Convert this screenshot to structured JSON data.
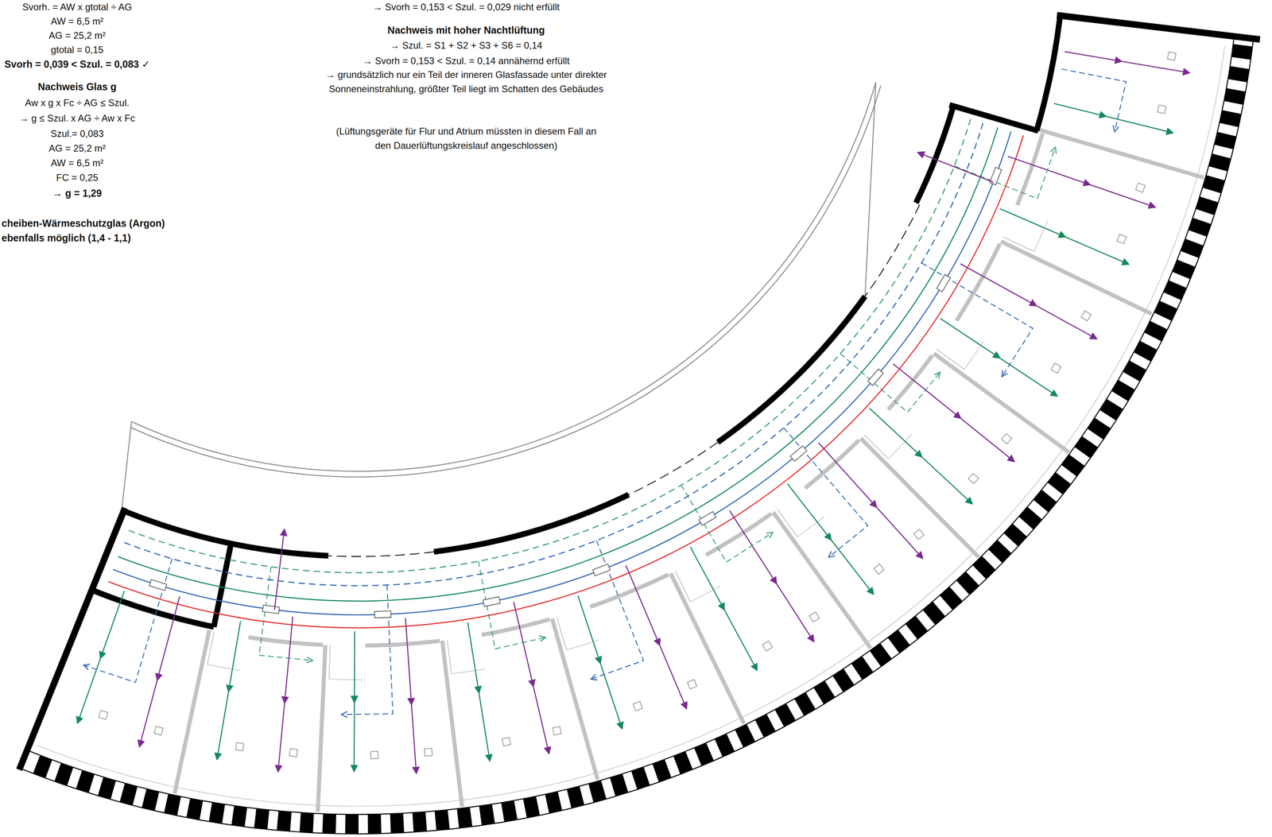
{
  "diagram": {
    "labels": [
      "Svorh. = AW x gtotal ÷ AG",
      "AW = 6,5 m²",
      "AG = 25,2 m²",
      "gtotal = 0,15",
      "Svorh = 0,039 < Szul. = 0,083 ✓",
      "Nachweis Glas g",
      "Aw x g x Fc ÷ AG ≤ Szul.",
      "→ g ≤ Szul. x AG ÷ Aw x Fc",
      "Szul.= 0,083",
      "AG = 25,2 m²",
      "AW = 6,5 m²",
      "FC = 0,25",
      "→ g = 1,29",
      "cheiben-Wärmeschutzglas (Argon)",
      "ebenfalls möglich (1,4 - 1,1)",
      "→ Svorh = 0,153 < Szul. = 0,029 nicht erfüllt",
      "Nachweis mit hoher Nachtlüftung",
      "→ Szul. = S1 + S2 + S3 + S6 = 0,14",
      "→ Svorh = 0,153 < Szul. = 0,14 annähernd erfüllt",
      "→ grundsätzlich nur ein Teil der inneren Glasfassade unter direkter Sonneneinstrahlung, größter Teil liegt im Schatten des Gebäudes",
      "(Lüftungsgeräte für Flur und Atrium müssten in diesem Fall an den Dauerlüftungskreislauf angeschlossen)"
    ]
  }
}
